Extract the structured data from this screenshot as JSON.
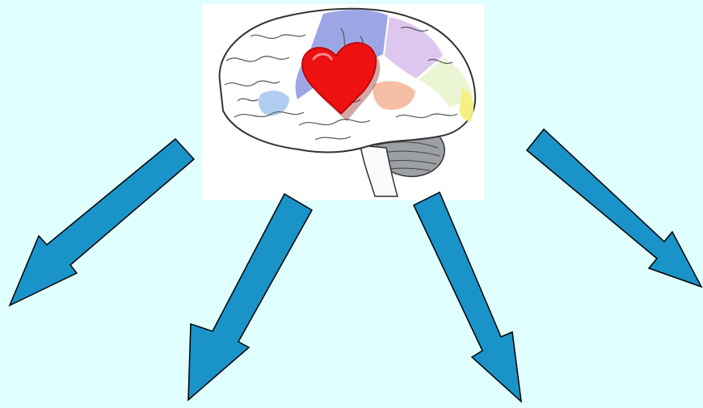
{
  "canvas": {
    "background": "#e0fefe"
  },
  "center_image": {
    "icon": "brain-with-heart-icon",
    "background": "#ffffff",
    "heart_color": "#ee1111",
    "brain_region_colors": [
      "#8c96e0",
      "#a9c8ef",
      "#d7bdec",
      "#f5b79b",
      "#f4ef7c",
      "#9c9fa3"
    ]
  },
  "arrows": {
    "count": 4,
    "fill": "#1a93c8",
    "stroke": "#000000",
    "items": [
      {
        "name": "arrow-far-left",
        "direction": "down-left"
      },
      {
        "name": "arrow-center-left",
        "direction": "down-left"
      },
      {
        "name": "arrow-center-right",
        "direction": "down-right"
      },
      {
        "name": "arrow-far-right",
        "direction": "down-right"
      }
    ]
  }
}
